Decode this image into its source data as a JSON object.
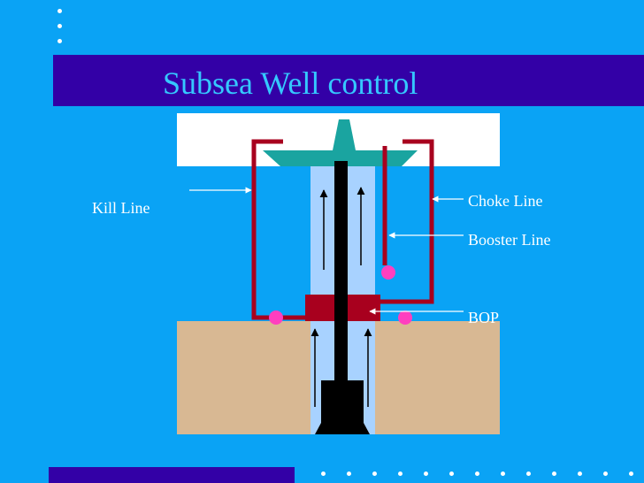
{
  "slide": {
    "title": "Subsea Well control"
  },
  "labels": {
    "kill_line": "Kill Line",
    "choke_line": "Choke Line",
    "booster_line": "Booster Line",
    "bop": "BOP"
  },
  "colors": {
    "background": "#0aa3f5",
    "title_bar": "#3300a6",
    "title_text": "#35c8ff",
    "platform": "#ffffff",
    "seabed": "#d8b893",
    "riser": "#a8d2ff",
    "wellhead": "#1aa4a0",
    "lines": "#a8001e",
    "bop": "#a8001e",
    "valves": "#ff3fbf",
    "pipe": "#000000"
  }
}
